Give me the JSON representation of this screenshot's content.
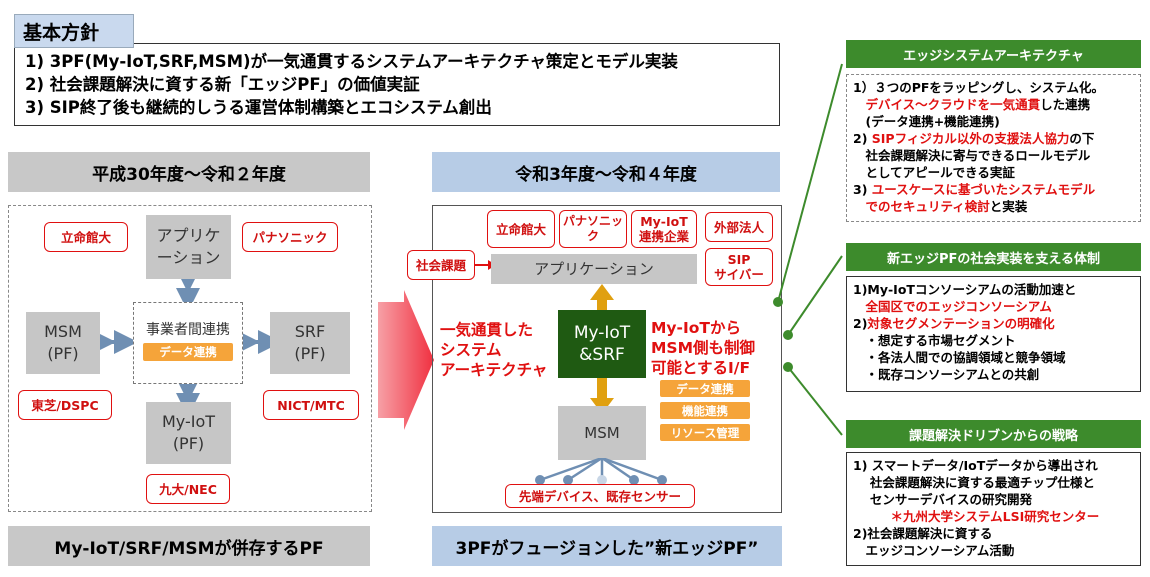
{
  "policy": {
    "title": "基本方針",
    "items": [
      "1) 3PF(My-IoT,SRF,MSM)が一気通貫するシステムアーキテクチャ策定とモデル実装",
      "2) 社会課題解決に資する新「エッジPF」の価値実証",
      "3) SIP終了後も継続的しうる運営体制構築とエコシステム創出"
    ]
  },
  "left": {
    "header": "平成30年度～令和２年度",
    "application": "アプリケ\nーション",
    "msm": "MSM\n(PF)",
    "srf": "SRF\n(PF)",
    "myiot": "My-IoT\n(PF)",
    "center_label": "事業者間連携",
    "center_tag": "データ連携",
    "tags": {
      "ritsumeikan": "立命館大",
      "panasonic": "パナソニック",
      "toshiba": "東芝/DSPC",
      "nict": "NICT/MTC",
      "kyudai": "九大/NEC"
    },
    "footer": "My-IoT/SRF/MSMが併存するPF"
  },
  "mid": {
    "header": "令和3年度～令和４年度",
    "tags": {
      "ritsumeikan": "立命館大",
      "panasonic": "パナソニック",
      "myiot_corp": "My-IoT\n連携企業",
      "external": "外部法人",
      "sip": "SIP\nサイバー",
      "social": "社会課題"
    },
    "application": "アプリケーション",
    "core": "My-IoT\n&SRF",
    "msm": "MSM",
    "left_caption": "一気通貫した\nシステム\nアーキテクチャ",
    "right_caption": "My-IoTから\nMSM側も制御\n可能とするI/F",
    "orange_tags": [
      "データ連携",
      "機能連携",
      "リソース管理"
    ],
    "devices": "先端デバイス、既存センサー",
    "footer": "3PFがフュージョンした”新エッジPF”"
  },
  "right": {
    "sections": [
      {
        "header": "エッジシステムアーキテクチャ",
        "lines": [
          [
            {
              "t": "1）３つのPFをラッピングし、システム化。",
              "red": false
            }
          ],
          [
            {
              "t": "　デバイス～クラウドを一気通貫",
              "red": true
            },
            {
              "t": "した連携",
              "red": false
            }
          ],
          [
            {
              "t": "　(データ連携+機能連携)",
              "red": false
            }
          ],
          [
            {
              "t": "2) ",
              "red": false
            },
            {
              "t": "SIPフィジカル以外の支援法人協力",
              "red": true
            },
            {
              "t": "の下",
              "red": false
            }
          ],
          [
            {
              "t": "　社会課題解決に寄与できるロールモデル",
              "red": false
            }
          ],
          [
            {
              "t": "　としてアピールできる実証",
              "red": false
            }
          ],
          [
            {
              "t": "3) ",
              "red": false
            },
            {
              "t": "ユースケースに基づいたシステムモデル",
              "red": true
            }
          ],
          [
            {
              "t": "　でのセキュリティ検討",
              "red": true
            },
            {
              "t": "と実装",
              "red": false
            }
          ]
        ]
      },
      {
        "header": "新エッジPFの社会実装を支える体制",
        "lines": [
          [
            {
              "t": "1)My-IoTコンソーシアムの活動加速と",
              "red": false
            }
          ],
          [
            {
              "t": "　全国区でのエッジコンソーシアム",
              "red": true
            }
          ],
          [
            {
              "t": "2)",
              "red": false
            },
            {
              "t": "対象セグメンテーションの明確化",
              "red": true
            }
          ],
          [
            {
              "t": "　・想定する市場セグメント",
              "red": false
            }
          ],
          [
            {
              "t": "　・各法人間での協調領域と競争領域",
              "red": false
            }
          ],
          [
            {
              "t": "　・既存コンソーシアムとの共創",
              "red": false
            }
          ]
        ]
      },
      {
        "header": "課題解決ドリブンからの戦略",
        "lines": [
          [
            {
              "t": "1)  スマートデータ/IoTデータから導出され",
              "red": false
            }
          ],
          [
            {
              "t": "　 社会課題解決に資する最適チップ仕様と",
              "red": false
            }
          ],
          [
            {
              "t": "　 センサーデバイスの研究開発",
              "red": false
            }
          ],
          [
            {
              "t": "　　　",
              "red": false
            },
            {
              "t": "＊九州大学システムLSI研究センター",
              "red": true
            }
          ],
          [
            {
              "t": "2)社会課題解決に資する",
              "red": false
            }
          ],
          [
            {
              "t": "　エッジコンソーシアム活動",
              "red": false
            }
          ]
        ]
      }
    ]
  },
  "colors": {
    "red": "#e01010",
    "green": "#3d8b2c",
    "orange": "#f5a43a",
    "dark_green": "#1f5a12",
    "arrow_gray_blue": "#6f8fb3",
    "gray": "#c6c6c6",
    "blue_header": "#b7cce6"
  }
}
